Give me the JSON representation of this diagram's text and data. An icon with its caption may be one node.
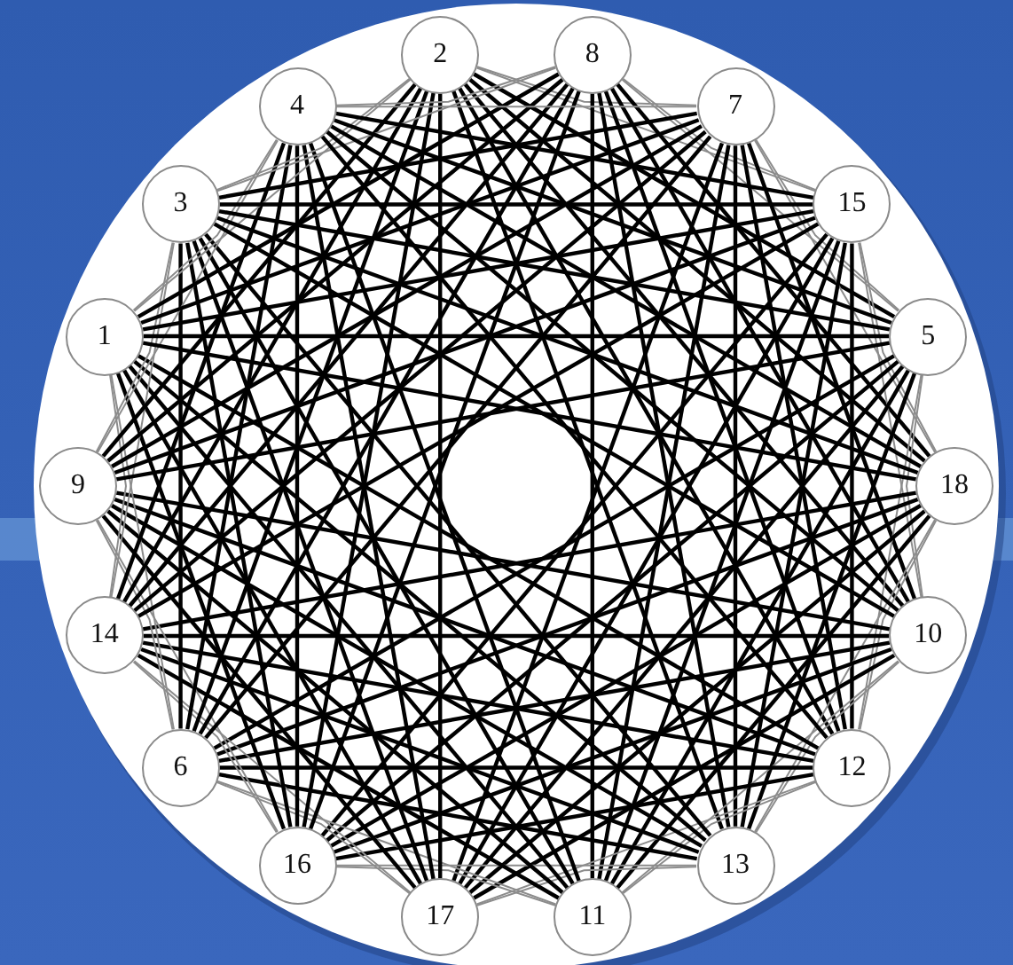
{
  "diagram": {
    "nodes": [
      {
        "text": [
          "2"
        ]
      },
      {
        "text": [
          "8"
        ]
      },
      {
        "text": [
          "7"
        ]
      },
      {
        "text": [
          "15"
        ]
      },
      {
        "text": [
          "5"
        ]
      },
      {
        "text": [
          "18"
        ]
      },
      {
        "text": [
          "10"
        ]
      },
      {
        "text": [
          "12"
        ]
      },
      {
        "text": [
          "13"
        ]
      },
      {
        "text": [
          "11"
        ]
      },
      {
        "text": [
          "17"
        ]
      },
      {
        "text": [
          "16"
        ]
      },
      {
        "text": [
          "6"
        ]
      },
      {
        "text": [
          "14"
        ]
      },
      {
        "text": [
          "9"
        ]
      },
      {
        "text": [
          "1"
        ]
      },
      {
        "text": [
          "3"
        ]
      },
      {
        "text": [
          "4"
        ]
      }
    ],
    "edges": [
      {
        "from": 0,
        "to": 2,
        "arrow": "none",
        "color": "#8c8c8c"
      },
      {
        "from": 0,
        "to": 3,
        "arrow": "none",
        "color": "#8c8c8c"
      },
      {
        "from": 0,
        "to": 4,
        "arrow": "none"
      },
      {
        "from": 0,
        "to": 5,
        "arrow": "none"
      },
      {
        "from": 0,
        "to": 6,
        "arrow": "none"
      },
      {
        "from": 0,
        "to": 7,
        "arrow": "none"
      },
      {
        "from": 0,
        "to": 8,
        "arrow": "none"
      },
      {
        "from": 1,
        "to": 3,
        "arrow": "none",
        "color": "#8c8c8c"
      },
      {
        "from": 1,
        "to": 4,
        "arrow": "none",
        "color": "#8c8c8c"
      },
      {
        "from": 1,
        "to": 5,
        "arrow": "none"
      },
      {
        "from": 1,
        "to": 6,
        "arrow": "none"
      },
      {
        "from": 1,
        "to": 7,
        "arrow": "none"
      },
      {
        "from": 1,
        "to": 8,
        "arrow": "none"
      },
      {
        "from": 1,
        "to": 9,
        "arrow": "none"
      },
      {
        "from": 2,
        "to": 4,
        "arrow": "none",
        "color": "#8c8c8c"
      },
      {
        "from": 2,
        "to": 5,
        "arrow": "none",
        "color": "#8c8c8c"
      },
      {
        "from": 2,
        "to": 6,
        "arrow": "none"
      },
      {
        "from": 2,
        "to": 7,
        "arrow": "none"
      },
      {
        "from": 2,
        "to": 8,
        "arrow": "none"
      },
      {
        "from": 2,
        "to": 9,
        "arrow": "none"
      },
      {
        "from": 2,
        "to": 10,
        "arrow": "none"
      },
      {
        "from": 3,
        "to": 5,
        "arrow": "none",
        "color": "#8c8c8c"
      },
      {
        "from": 3,
        "to": 6,
        "arrow": "none",
        "color": "#8c8c8c"
      },
      {
        "from": 3,
        "to": 7,
        "arrow": "none"
      },
      {
        "from": 3,
        "to": 8,
        "arrow": "none"
      },
      {
        "from": 3,
        "to": 9,
        "arrow": "none"
      },
      {
        "from": 3,
        "to": 10,
        "arrow": "none"
      },
      {
        "from": 3,
        "to": 11,
        "arrow": "none"
      },
      {
        "from": 4,
        "to": 6,
        "arrow": "none",
        "color": "#8c8c8c"
      },
      {
        "from": 4,
        "to": 7,
        "arrow": "none",
        "color": "#8c8c8c"
      },
      {
        "from": 4,
        "to": 8,
        "arrow": "none"
      },
      {
        "from": 4,
        "to": 9,
        "arrow": "none"
      },
      {
        "from": 4,
        "to": 10,
        "arrow": "none"
      },
      {
        "from": 4,
        "to": 11,
        "arrow": "none"
      },
      {
        "from": 4,
        "to": 12,
        "arrow": "none"
      },
      {
        "from": 5,
        "to": 7,
        "arrow": "none",
        "color": "#8c8c8c"
      },
      {
        "from": 5,
        "to": 8,
        "arrow": "none",
        "color": "#8c8c8c"
      },
      {
        "from": 5,
        "to": 9,
        "arrow": "none"
      },
      {
        "from": 5,
        "to": 10,
        "arrow": "none"
      },
      {
        "from": 5,
        "to": 11,
        "arrow": "none"
      },
      {
        "from": 5,
        "to": 12,
        "arrow": "none"
      },
      {
        "from": 5,
        "to": 13,
        "arrow": "none"
      },
      {
        "from": 6,
        "to": 8,
        "arrow": "none",
        "color": "#8c8c8c"
      },
      {
        "from": 6,
        "to": 9,
        "arrow": "none",
        "color": "#8c8c8c"
      },
      {
        "from": 6,
        "to": 10,
        "arrow": "none"
      },
      {
        "from": 6,
        "to": 11,
        "arrow": "none"
      },
      {
        "from": 6,
        "to": 12,
        "arrow": "none"
      },
      {
        "from": 6,
        "to": 13,
        "arrow": "none"
      },
      {
        "from": 6,
        "to": 14,
        "arrow": "none"
      },
      {
        "from": 7,
        "to": 9,
        "arrow": "none",
        "color": "#8c8c8c"
      },
      {
        "from": 7,
        "to": 10,
        "arrow": "none",
        "color": "#8c8c8c"
      },
      {
        "from": 7,
        "to": 11,
        "arrow": "none"
      },
      {
        "from": 7,
        "to": 12,
        "arrow": "none"
      },
      {
        "from": 7,
        "to": 13,
        "arrow": "none"
      },
      {
        "from": 7,
        "to": 14,
        "arrow": "none"
      },
      {
        "from": 7,
        "to": 15,
        "arrow": "none"
      },
      {
        "from": 8,
        "to": 10,
        "arrow": "none",
        "color": "#8c8c8c"
      },
      {
        "from": 8,
        "to": 11,
        "arrow": "none",
        "color": "#8c8c8c"
      },
      {
        "from": 8,
        "to": 12,
        "arrow": "none"
      },
      {
        "from": 8,
        "to": 13,
        "arrow": "none"
      },
      {
        "from": 8,
        "to": 14,
        "arrow": "none"
      },
      {
        "from": 8,
        "to": 15,
        "arrow": "none"
      },
      {
        "from": 8,
        "to": 16,
        "arrow": "none"
      },
      {
        "from": 9,
        "to": 11,
        "arrow": "none",
        "color": "#8c8c8c"
      },
      {
        "from": 9,
        "to": 12,
        "arrow": "none",
        "color": "#8c8c8c"
      },
      {
        "from": 9,
        "to": 13,
        "arrow": "none"
      },
      {
        "from": 9,
        "to": 14,
        "arrow": "none"
      },
      {
        "from": 9,
        "to": 15,
        "arrow": "none"
      },
      {
        "from": 9,
        "to": 16,
        "arrow": "none"
      },
      {
        "from": 9,
        "to": 17,
        "arrow": "none"
      },
      {
        "from": 10,
        "to": 12,
        "arrow": "none",
        "color": "#8c8c8c"
      },
      {
        "from": 10,
        "to": 13,
        "arrow": "none",
        "color": "#8c8c8c"
      },
      {
        "from": 10,
        "to": 14,
        "arrow": "none"
      },
      {
        "from": 10,
        "to": 15,
        "arrow": "none"
      },
      {
        "from": 10,
        "to": 16,
        "arrow": "none"
      },
      {
        "from": 10,
        "to": 17,
        "arrow": "none"
      },
      {
        "from": 10,
        "to": 0,
        "arrow": "none"
      },
      {
        "from": 11,
        "to": 13,
        "arrow": "none",
        "color": "#8c8c8c"
      },
      {
        "from": 11,
        "to": 14,
        "arrow": "none",
        "color": "#8c8c8c"
      },
      {
        "from": 11,
        "to": 15,
        "arrow": "none"
      },
      {
        "from": 11,
        "to": 16,
        "arrow": "none"
      },
      {
        "from": 11,
        "to": 17,
        "arrow": "none"
      },
      {
        "from": 11,
        "to": 0,
        "arrow": "none"
      },
      {
        "from": 11,
        "to": 1,
        "arrow": "none"
      },
      {
        "from": 12,
        "to": 14,
        "arrow": "none",
        "color": "#8c8c8c"
      },
      {
        "from": 12,
        "to": 15,
        "arrow": "none",
        "color": "#8c8c8c"
      },
      {
        "from": 12,
        "to": 16,
        "arrow": "none"
      },
      {
        "from": 12,
        "to": 17,
        "arrow": "none"
      },
      {
        "from": 12,
        "to": 0,
        "arrow": "none"
      },
      {
        "from": 12,
        "to": 1,
        "arrow": "none"
      },
      {
        "from": 12,
        "to": 2,
        "arrow": "none"
      },
      {
        "from": 13,
        "to": 15,
        "arrow": "none",
        "color": "#8c8c8c"
      },
      {
        "from": 13,
        "to": 16,
        "arrow": "none",
        "color": "#8c8c8c"
      },
      {
        "from": 13,
        "to": 17,
        "arrow": "none"
      },
      {
        "from": 13,
        "to": 0,
        "arrow": "none"
      },
      {
        "from": 13,
        "to": 1,
        "arrow": "none"
      },
      {
        "from": 13,
        "to": 2,
        "arrow": "none"
      },
      {
        "from": 13,
        "to": 3,
        "arrow": "none"
      },
      {
        "from": 14,
        "to": 16,
        "arrow": "none",
        "color": "#8c8c8c"
      },
      {
        "from": 14,
        "to": 17,
        "arrow": "none",
        "color": "#8c8c8c"
      },
      {
        "from": 14,
        "to": 0,
        "arrow": "none"
      },
      {
        "from": 14,
        "to": 1,
        "arrow": "none"
      },
      {
        "from": 14,
        "to": 2,
        "arrow": "none"
      },
      {
        "from": 14,
        "to": 3,
        "arrow": "none"
      },
      {
        "from": 14,
        "to": 4,
        "arrow": "none"
      },
      {
        "from": 15,
        "to": 17,
        "arrow": "none",
        "color": "#8c8c8c"
      },
      {
        "from": 15,
        "to": 0,
        "arrow": "none",
        "color": "#8c8c8c"
      },
      {
        "from": 15,
        "to": 1,
        "arrow": "none"
      },
      {
        "from": 15,
        "to": 2,
        "arrow": "none"
      },
      {
        "from": 15,
        "to": 3,
        "arrow": "none"
      },
      {
        "from": 15,
        "to": 4,
        "arrow": "none"
      },
      {
        "from": 15,
        "to": 5,
        "arrow": "none"
      },
      {
        "from": 16,
        "to": 0,
        "arrow": "none",
        "color": "#8c8c8c"
      },
      {
        "from": 16,
        "to": 1,
        "arrow": "none",
        "color": "#8c8c8c"
      },
      {
        "from": 16,
        "to": 2,
        "arrow": "none"
      },
      {
        "from": 16,
        "to": 3,
        "arrow": "none"
      },
      {
        "from": 16,
        "to": 4,
        "arrow": "none"
      },
      {
        "from": 16,
        "to": 5,
        "arrow": "none"
      },
      {
        "from": 16,
        "to": 6,
        "arrow": "none"
      },
      {
        "from": 17,
        "to": 1,
        "arrow": "none",
        "color": "#8c8c8c"
      },
      {
        "from": 17,
        "to": 2,
        "arrow": "none",
        "color": "#8c8c8c"
      },
      {
        "from": 17,
        "to": 3,
        "arrow": "none"
      },
      {
        "from": 17,
        "to": 4,
        "arrow": "none"
      },
      {
        "from": 17,
        "to": 5,
        "arrow": "none"
      },
      {
        "from": 17,
        "to": 6,
        "arrow": "none"
      },
      {
        "from": 17,
        "to": 7,
        "arrow": "none"
      }
    ]
  }
}
